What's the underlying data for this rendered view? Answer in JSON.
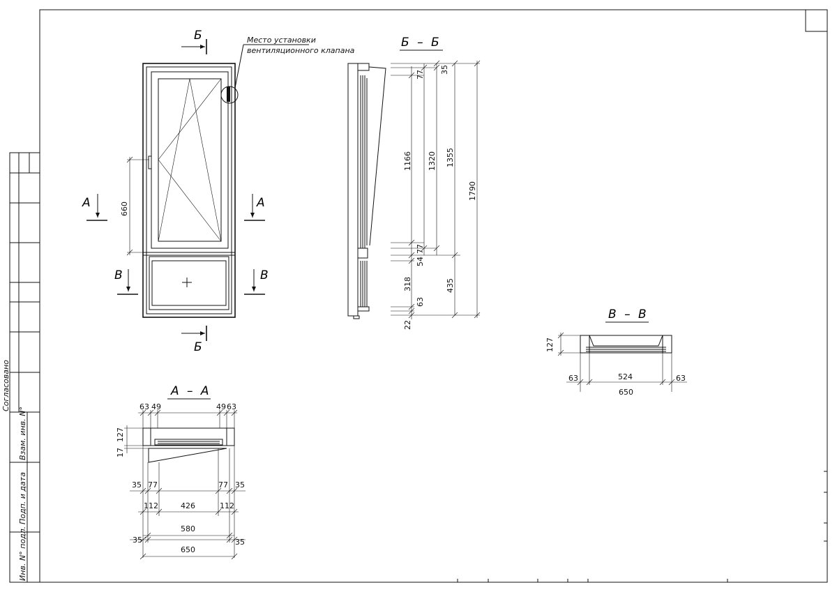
{
  "sheet": {
    "stamp_side": [
      "Согласовано",
      "Взам. инв. N°",
      "Подп. и дата",
      "Инв. N° подл."
    ]
  },
  "front_view": {
    "section_marks": {
      "b_top": "Б",
      "b_bottom": "Б",
      "a_left": "А",
      "a_right": "А",
      "v_left": "В",
      "v_right": "В"
    },
    "dim_660": "660",
    "callout_line1": "Место установки",
    "callout_line2": "вентиляционного клапана"
  },
  "section_bb": {
    "title": "Б – Б",
    "dims": {
      "d35": "35",
      "d77a": "77",
      "d1166": "1166",
      "d1320": "1320",
      "d1355": "1355",
      "d1790": "1790",
      "d77b": "77",
      "d54": "54",
      "d318": "318",
      "d435": "435",
      "d63": "63",
      "d22": "22"
    }
  },
  "section_vv": {
    "title": "В – В",
    "dims": {
      "d127": "127",
      "d63l": "63",
      "d524": "524",
      "d63r": "63",
      "d650": "650"
    }
  },
  "section_aa": {
    "title": "А – А",
    "dims": {
      "t63l": "63",
      "t49l": "49",
      "t49r": "49",
      "t63r": "63",
      "d127": "127",
      "d17": "17",
      "d35l": "35",
      "d77l": "77",
      "d77r": "77",
      "d35r": "35",
      "d112l": "112",
      "d426": "426",
      "d112r": "112",
      "d580": "580",
      "d35bl": "35",
      "d35br": "35",
      "d650": "650"
    }
  }
}
